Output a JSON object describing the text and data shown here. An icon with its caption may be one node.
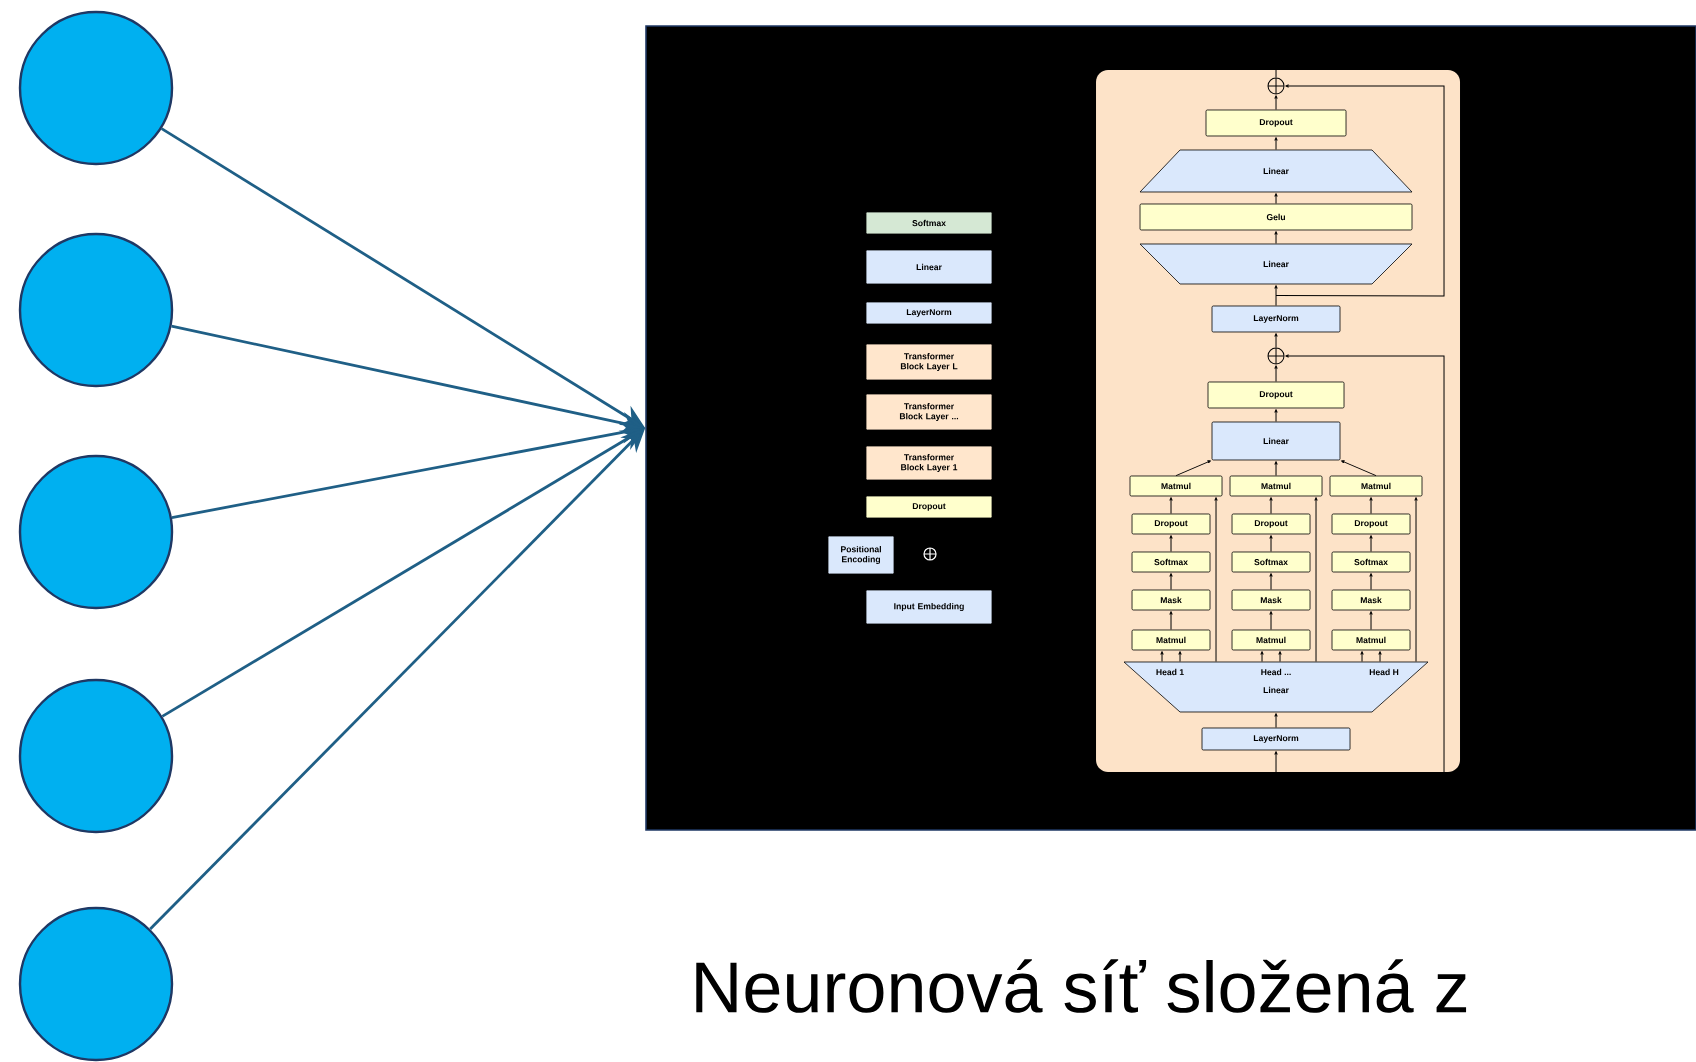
{
  "diagram": {
    "nodes": [
      {
        "text": [],
        "shape": "circle"
      },
      {
        "text": [],
        "shape": "circle"
      },
      {
        "text": [],
        "shape": "circle"
      },
      {
        "text": [],
        "shape": "circle"
      },
      {
        "text": [],
        "shape": "circle"
      },
      {
        "text": [],
        "shape": "box"
      },
      {
        "text": [
          "Softmax"
        ],
        "in": 5
      },
      {
        "text": [
          "Linear"
        ],
        "in": 5
      },
      {
        "text": [
          "LayerNorm"
        ],
        "in": 5
      },
      {
        "text": [
          "Transformer Block Layer L"
        ],
        "in": 5
      },
      {
        "text": [
          "Transformer Block Layer ..."
        ],
        "in": 5
      },
      {
        "text": [
          "Transformer Block Layer 1"
        ],
        "in": 5
      },
      {
        "text": [
          "Dropout"
        ],
        "in": 5
      },
      {
        "text": [
          "Positional Encoding"
        ],
        "in": 5
      },
      {
        "text": [
          "Input Embedding"
        ],
        "in": 5
      },
      {
        "text": [],
        "shape": "box",
        "in": 5
      },
      {
        "text": [],
        "shape": "circle",
        "in": 15
      },
      {
        "text": [
          "Dropout"
        ],
        "in": 15
      },
      {
        "text": [
          "Linear"
        ],
        "in": 15
      },
      {
        "text": [
          "Gelu"
        ],
        "in": 15
      },
      {
        "text": [
          "Linear"
        ],
        "in": 15
      },
      {
        "text": [
          "LayerNorm"
        ],
        "in": 15
      },
      {
        "text": [],
        "shape": "circle",
        "in": 15
      },
      {
        "text": [
          "Dropout"
        ],
        "in": 15
      },
      {
        "text": [
          "Linear"
        ],
        "in": 15
      },
      {
        "text": [
          "Matmul"
        ],
        "in": 15
      },
      {
        "text": [
          "Matmul"
        ],
        "in": 15
      },
      {
        "text": [
          "Matmul"
        ],
        "in": 15
      },
      {
        "text": [
          "Dropout"
        ],
        "in": 15
      },
      {
        "text": [
          "Dropout"
        ],
        "in": 15
      },
      {
        "text": [
          "Dropout"
        ],
        "in": 15
      },
      {
        "text": [
          "Softmax"
        ],
        "in": 15
      },
      {
        "text": [
          "Softmax"
        ],
        "in": 15
      },
      {
        "text": [
          "Softmax"
        ],
        "in": 15
      },
      {
        "text": [
          "Mask"
        ],
        "in": 15
      },
      {
        "text": [
          "Mask"
        ],
        "in": 15
      },
      {
        "text": [
          "Mask"
        ],
        "in": 15
      },
      {
        "text": [
          "Matmul"
        ],
        "in": 15
      },
      {
        "text": [
          "Matmul"
        ],
        "in": 15
      },
      {
        "text": [
          "Matmul"
        ],
        "in": 15
      },
      {
        "text": [
          "Head 1",
          "Head ...",
          "Head H",
          "Linear"
        ],
        "in": 15
      },
      {
        "text": [
          "LayerNorm"
        ],
        "in": 15
      }
    ],
    "edges": [
      {
        "from": 0,
        "to": 5,
        "arrow": "to",
        "color": "#1f5f86"
      },
      {
        "from": 1,
        "to": 5,
        "arrow": "to",
        "color": "#1f5f86"
      },
      {
        "from": 2,
        "to": 5,
        "arrow": "to",
        "color": "#1f5f86"
      },
      {
        "from": 3,
        "to": 5,
        "arrow": "to",
        "color": "#1f5f86"
      },
      {
        "from": 4,
        "to": 5,
        "arrow": "to",
        "color": "#1f5f86"
      },
      {
        "from": 16,
        "to": null,
        "arrow": "none"
      },
      {
        "from": 17,
        "to": 16,
        "arrow": "to"
      },
      {
        "from": 18,
        "to": 17,
        "arrow": "to"
      },
      {
        "from": 19,
        "to": 18,
        "arrow": "to"
      },
      {
        "from": 20,
        "to": 19,
        "arrow": "to"
      },
      {
        "from": 21,
        "to": 20,
        "arrow": "to"
      },
      {
        "from": 21,
        "to": 16,
        "arrow": "to"
      },
      {
        "from": 22,
        "to": 21,
        "arrow": "to"
      },
      {
        "from": 23,
        "to": 22,
        "arrow": "to"
      },
      {
        "from": 24,
        "to": 23,
        "arrow": "to"
      },
      {
        "from": 25,
        "to": 24,
        "arrow": "to"
      },
      {
        "from": 26,
        "to": 24,
        "arrow": "to"
      },
      {
        "from": 27,
        "to": 24,
        "arrow": "to"
      },
      {
        "from": 28,
        "to": 25,
        "arrow": "to"
      },
      {
        "from": 29,
        "to": 26,
        "arrow": "to"
      },
      {
        "from": 30,
        "to": 27,
        "arrow": "to"
      },
      {
        "from": 31,
        "to": 28,
        "arrow": "to"
      },
      {
        "from": 32,
        "to": 29,
        "arrow": "to"
      },
      {
        "from": 33,
        "to": 30,
        "arrow": "to"
      },
      {
        "from": 34,
        "to": 31,
        "arrow": "to"
      },
      {
        "from": 35,
        "to": 32,
        "arrow": "to"
      },
      {
        "from": 36,
        "to": 33,
        "arrow": "to"
      },
      {
        "from": 37,
        "to": 34,
        "arrow": "to"
      },
      {
        "from": 38,
        "to": 35,
        "arrow": "to"
      },
      {
        "from": 39,
        "to": 36,
        "arrow": "to"
      },
      {
        "from": 40,
        "to": 37,
        "arrow": "to"
      },
      {
        "from": 40,
        "to": 37,
        "arrow": "to"
      },
      {
        "from": 40,
        "to": 38,
        "arrow": "to"
      },
      {
        "from": 40,
        "to": 38,
        "arrow": "to"
      },
      {
        "from": 40,
        "to": 39,
        "arrow": "to"
      },
      {
        "from": 40,
        "to": 39,
        "arrow": "to"
      },
      {
        "from": 40,
        "to": 25,
        "arrow": "to"
      },
      {
        "from": 40,
        "to": 26,
        "arrow": "to"
      },
      {
        "from": 40,
        "to": 27,
        "arrow": "to"
      },
      {
        "from": 41,
        "to": 40,
        "arrow": "to"
      },
      {
        "from": null,
        "to": 41,
        "arrow": "to"
      },
      {
        "from": null,
        "to": 22,
        "arrow": "to"
      }
    ],
    "labels": [
      "Neuronová síť složená z"
    ]
  }
}
